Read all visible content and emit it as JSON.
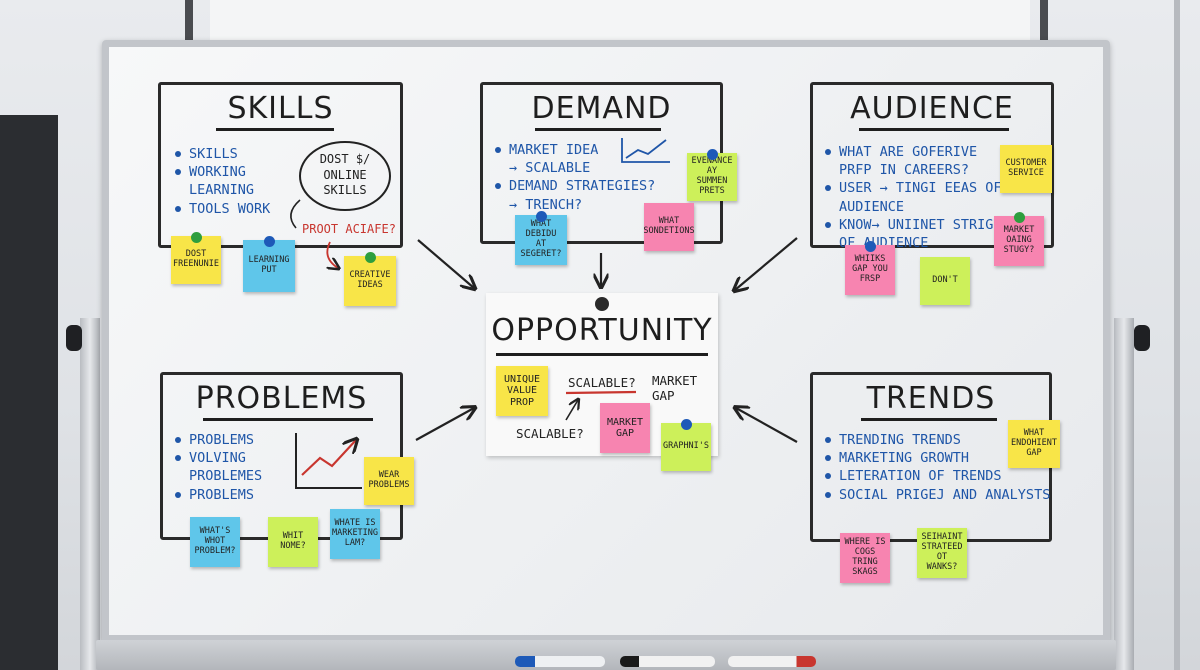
{
  "sections": {
    "skills": {
      "title": "SKILLS",
      "bullets": [
        "SKILLS",
        "WORKING",
        "LEARNING",
        "TOOLS WORK"
      ],
      "bubble": "DOST $/ ONLINE SKILLS",
      "red_text": "PROOT ACIAFE?"
    },
    "demand": {
      "title": "DEMAND",
      "bullets": [
        "MARKET IDEA",
        "→ SCALABLE",
        "DEMAND STRATEGIES?",
        "→ TRENCH?"
      ]
    },
    "audience": {
      "title": "AUDIENCE",
      "bullets": [
        "WHAT ARE GOFERIVE",
        "PRFP IN CAREERS?",
        "USER → TINGI EEAS OF",
        "AUDIENCE",
        "KNOW→ UNIINET STRIGDS",
        "OF AUDIENCE"
      ]
    },
    "problems": {
      "title": "PROBLEMS",
      "bullets": [
        "PROBLEMS",
        "VOLVING",
        "PROBLEMES",
        "PROBLEMS"
      ]
    },
    "trends": {
      "title": "TRENDS",
      "bullets": [
        "TRENDING TRENDS",
        "MARKETING GROWTH",
        "LETERATION OF TRENDS",
        "SOCIAL PRIGEJ AND ANALYSTS"
      ]
    }
  },
  "opportunity": {
    "title": "OPPORTUNITY",
    "scalable_top": "SCALABLE?",
    "scalable_bottom": "SCALABLE?",
    "market_gap": "MARKET GAP"
  },
  "notes": {
    "dost_freenunie": "DOST FREENUNIE",
    "learning_put": "LEARNING PUT",
    "creative_ideas": "CREATIVE IDEAS",
    "what_debidu": "WHAT DEBIDU AT SEGERET?",
    "evenance": "EVENANCE AY SUMMEN PRETS",
    "what_sondetions": "WHAT SONDETIONS",
    "customer_service": "CUSTOMER SERVICE",
    "whiiks": "WHIIKS GAP YOU FRSP",
    "dont": "DON'T",
    "market_oaing": "MARKET OAING STUGY?",
    "unique_value": "UNIQUE VALUE PROP",
    "market_gap_note": "MARKET GAP",
    "graphnis": "GRAPHNI'S",
    "wear_problems": "WEAR PROBLEMS",
    "whats_whot": "WHAT'S WHOT PROBLEM?",
    "whit_nome": "WHIT NOME?",
    "whate_is": "WHATE IS MARKETING LAM?",
    "what_endohient": "WHAT ENDOHIENT GAP",
    "where_is": "WHERE IS COGS TRING SKAGS",
    "seihaint": "SEIHAINT STRATEED OT WANKS?"
  },
  "colors": {
    "ink": "#1e1e1e",
    "marker_blue": "#1f56a8",
    "marker_red": "#c8362f",
    "note_yellow": "#f8e548",
    "note_blue": "#5fc6ea",
    "note_pink": "#f784b0",
    "note_green": "#cdf05a"
  },
  "icons": [
    "magnet-pin-icon",
    "trend-chart-icon",
    "arrow-icon",
    "smiley-icon"
  ]
}
